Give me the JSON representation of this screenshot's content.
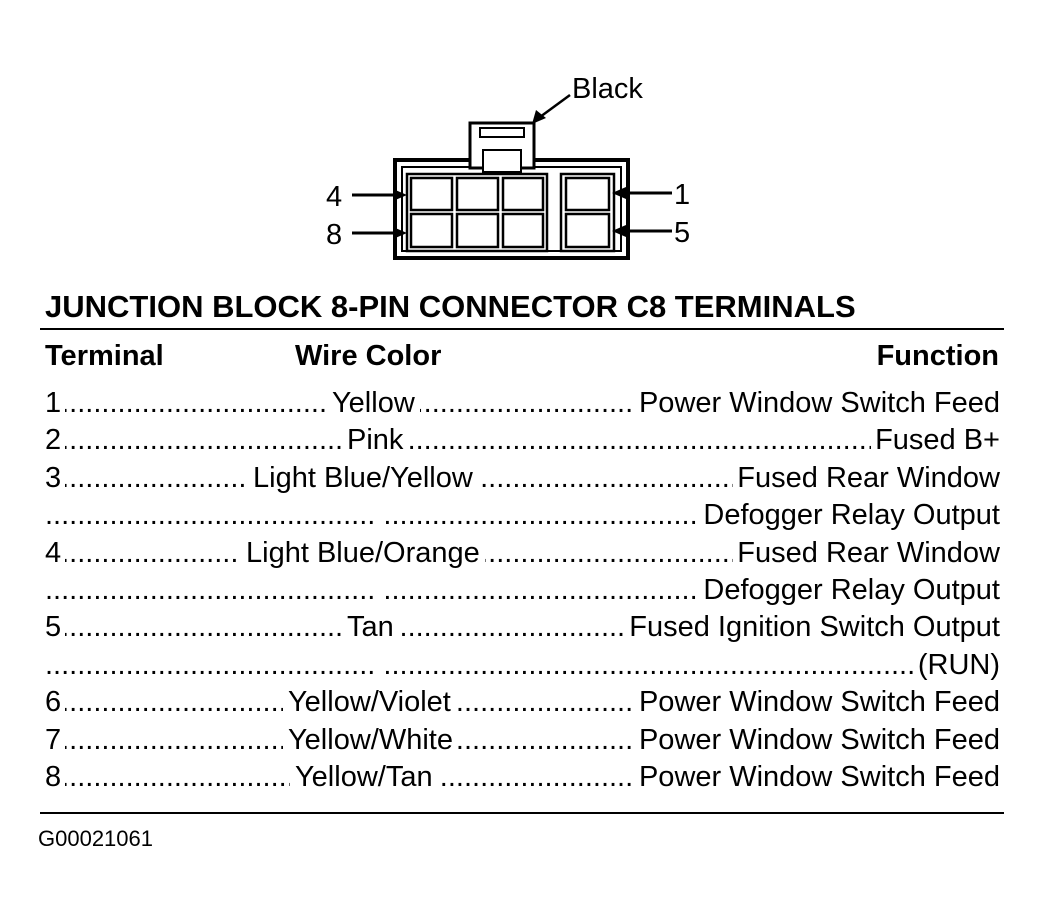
{
  "connector": {
    "color_label": "Black",
    "pin_labels": {
      "top_left": "4",
      "bottom_left": "8",
      "top_right": "1",
      "bottom_right": "5"
    }
  },
  "title": "JUNCTION BLOCK 8-PIN CONNECTOR C8 TERMINALS",
  "table": {
    "headers": {
      "terminal": "Terminal",
      "wire_color": "Wire Color",
      "function": "Function"
    },
    "rows": [
      {
        "terminal": "1",
        "wire_color": "Yellow",
        "function": "Power Window Switch Feed"
      },
      {
        "terminal": "2",
        "wire_color": "Pink",
        "function": "Fused B+"
      },
      {
        "terminal": "3",
        "wire_color": "Light Blue/Yellow",
        "function": "Fused Rear Window"
      },
      {
        "terminal": "",
        "wire_color": "",
        "function": "Defogger Relay Output"
      },
      {
        "terminal": "4",
        "wire_color": "Light Blue/Orange",
        "function": "Fused Rear Window"
      },
      {
        "terminal": "",
        "wire_color": "",
        "function": "Defogger Relay Output"
      },
      {
        "terminal": "5",
        "wire_color": "Tan",
        "function": "Fused Ignition Switch Output"
      },
      {
        "terminal": "",
        "wire_color": "",
        "function": "(RUN)"
      },
      {
        "terminal": "6",
        "wire_color": "Yellow/Violet",
        "function": "Power Window Switch Feed"
      },
      {
        "terminal": "7",
        "wire_color": "Yellow/White",
        "function": "Power Window Switch Feed"
      },
      {
        "terminal": "8",
        "wire_color": "Yellow/Tan",
        "function": "Power Window Switch Feed"
      }
    ]
  },
  "figure_code": "G00021061"
}
